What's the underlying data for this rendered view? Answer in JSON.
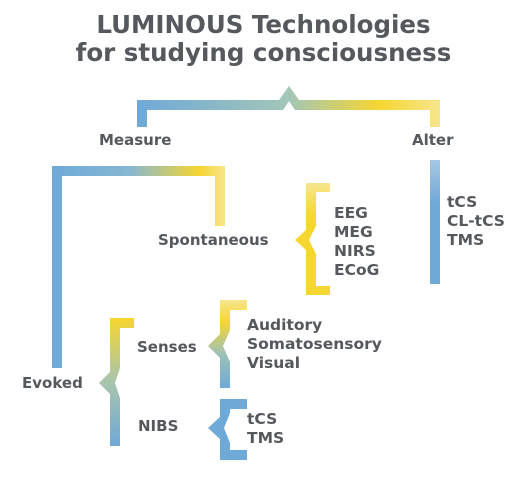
{
  "title": {
    "line1": "LUMINOUS Technologies",
    "line2": "for studying consciousness"
  },
  "nodes": {
    "measure": "Measure",
    "alter": "Alter",
    "spontaneous": "Spontaneous",
    "evoked": "Evoked",
    "senses": "Senses",
    "nibs": "NIBS"
  },
  "lists": {
    "spontaneous": [
      "EEG",
      "MEG",
      "NIRS",
      "ECoG"
    ],
    "alter": [
      "tCS",
      "CL-tCS",
      "TMS"
    ],
    "senses": [
      "Auditory",
      "Somatosensory",
      "Visual"
    ],
    "nibs": [
      "tCS",
      "TMS"
    ]
  },
  "colors": {
    "blue": "#6fa9d8",
    "yellow": "#f6d630",
    "pale_yellow": "#f7e58e",
    "text": "#55585c"
  }
}
